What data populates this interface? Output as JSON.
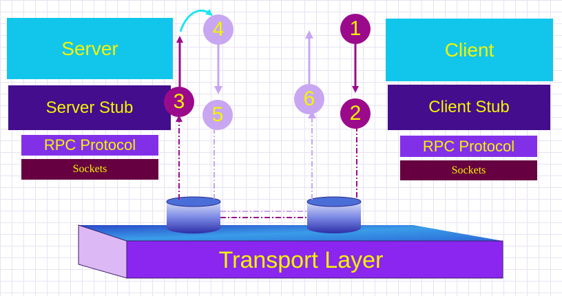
{
  "server": {
    "label": "Server",
    "stub": "Server Stub",
    "protocol": "RPC Protocol",
    "sockets": "Sockets"
  },
  "client": {
    "label": "Client",
    "stub": "Client Stub",
    "protocol": "RPC Protocol",
    "sockets": "Sockets"
  },
  "transport": {
    "label": "Transport Layer"
  },
  "steps": [
    "1",
    "2",
    "3",
    "4",
    "5",
    "6"
  ],
  "colors": {
    "layer": "#11c6ea",
    "stub": "#430d8e",
    "protocol": "#8230e8",
    "sockets": "#660040",
    "text": "#f4f400",
    "step_dark": "#9c0a8c",
    "step_light": "#c8a6f2",
    "transport": "#8a26f0"
  }
}
